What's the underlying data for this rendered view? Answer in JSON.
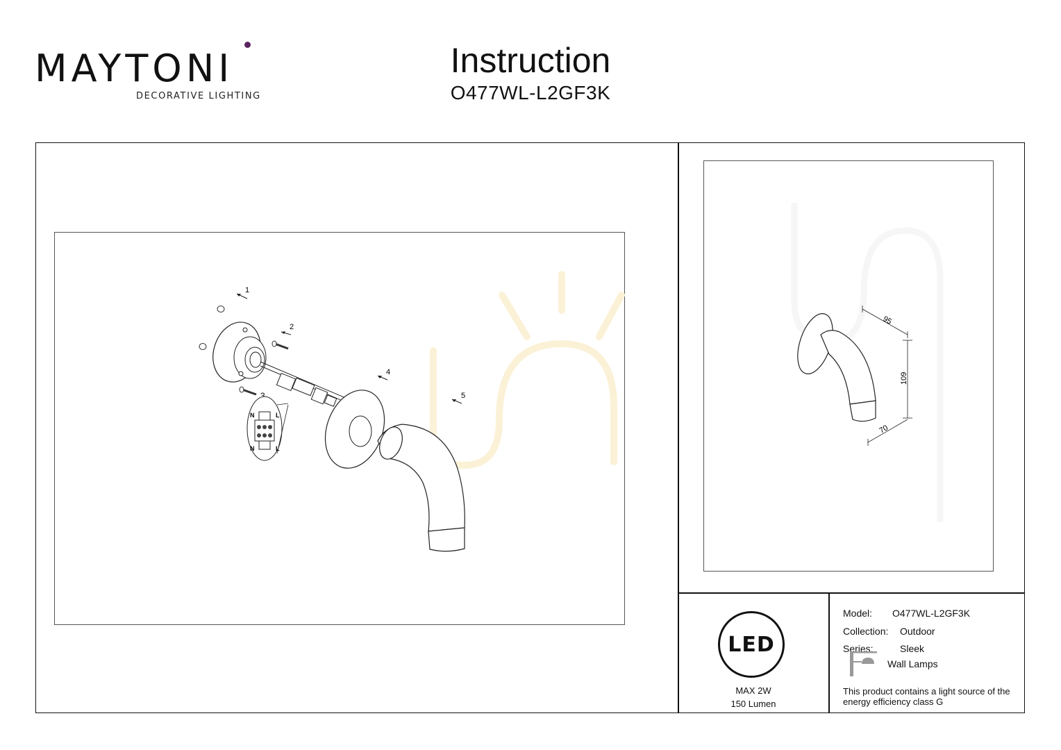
{
  "brand": {
    "name": "MAYTONI",
    "tagline": "DECORATIVE LIGHTING",
    "accent_color": "#5a2460"
  },
  "header": {
    "title": "Instruction",
    "model": "O477WL-L2GF3K"
  },
  "assembly": {
    "callouts": [
      "1",
      "2",
      "3",
      "4",
      "5"
    ],
    "terminal_labels": {
      "neutral": "N",
      "live": "L"
    }
  },
  "dimensions": {
    "depth": "95",
    "height": "109",
    "diameter": "70"
  },
  "led": {
    "badge": "LED",
    "max_power": "MAX 2W",
    "lumen": "150 Lumen"
  },
  "specs": {
    "model_label": "Model:",
    "model_value": "O477WL-L2GF3K",
    "collection_label": "Collection:",
    "collection_value": "Outdoor",
    "series_label": "Series:",
    "series_value": "Sleek",
    "type_value": "Wall Lamps",
    "type_icon": "wall-lamp-icon"
  },
  "energy_note": "This product contains a light source of the energy efficiency class G"
}
